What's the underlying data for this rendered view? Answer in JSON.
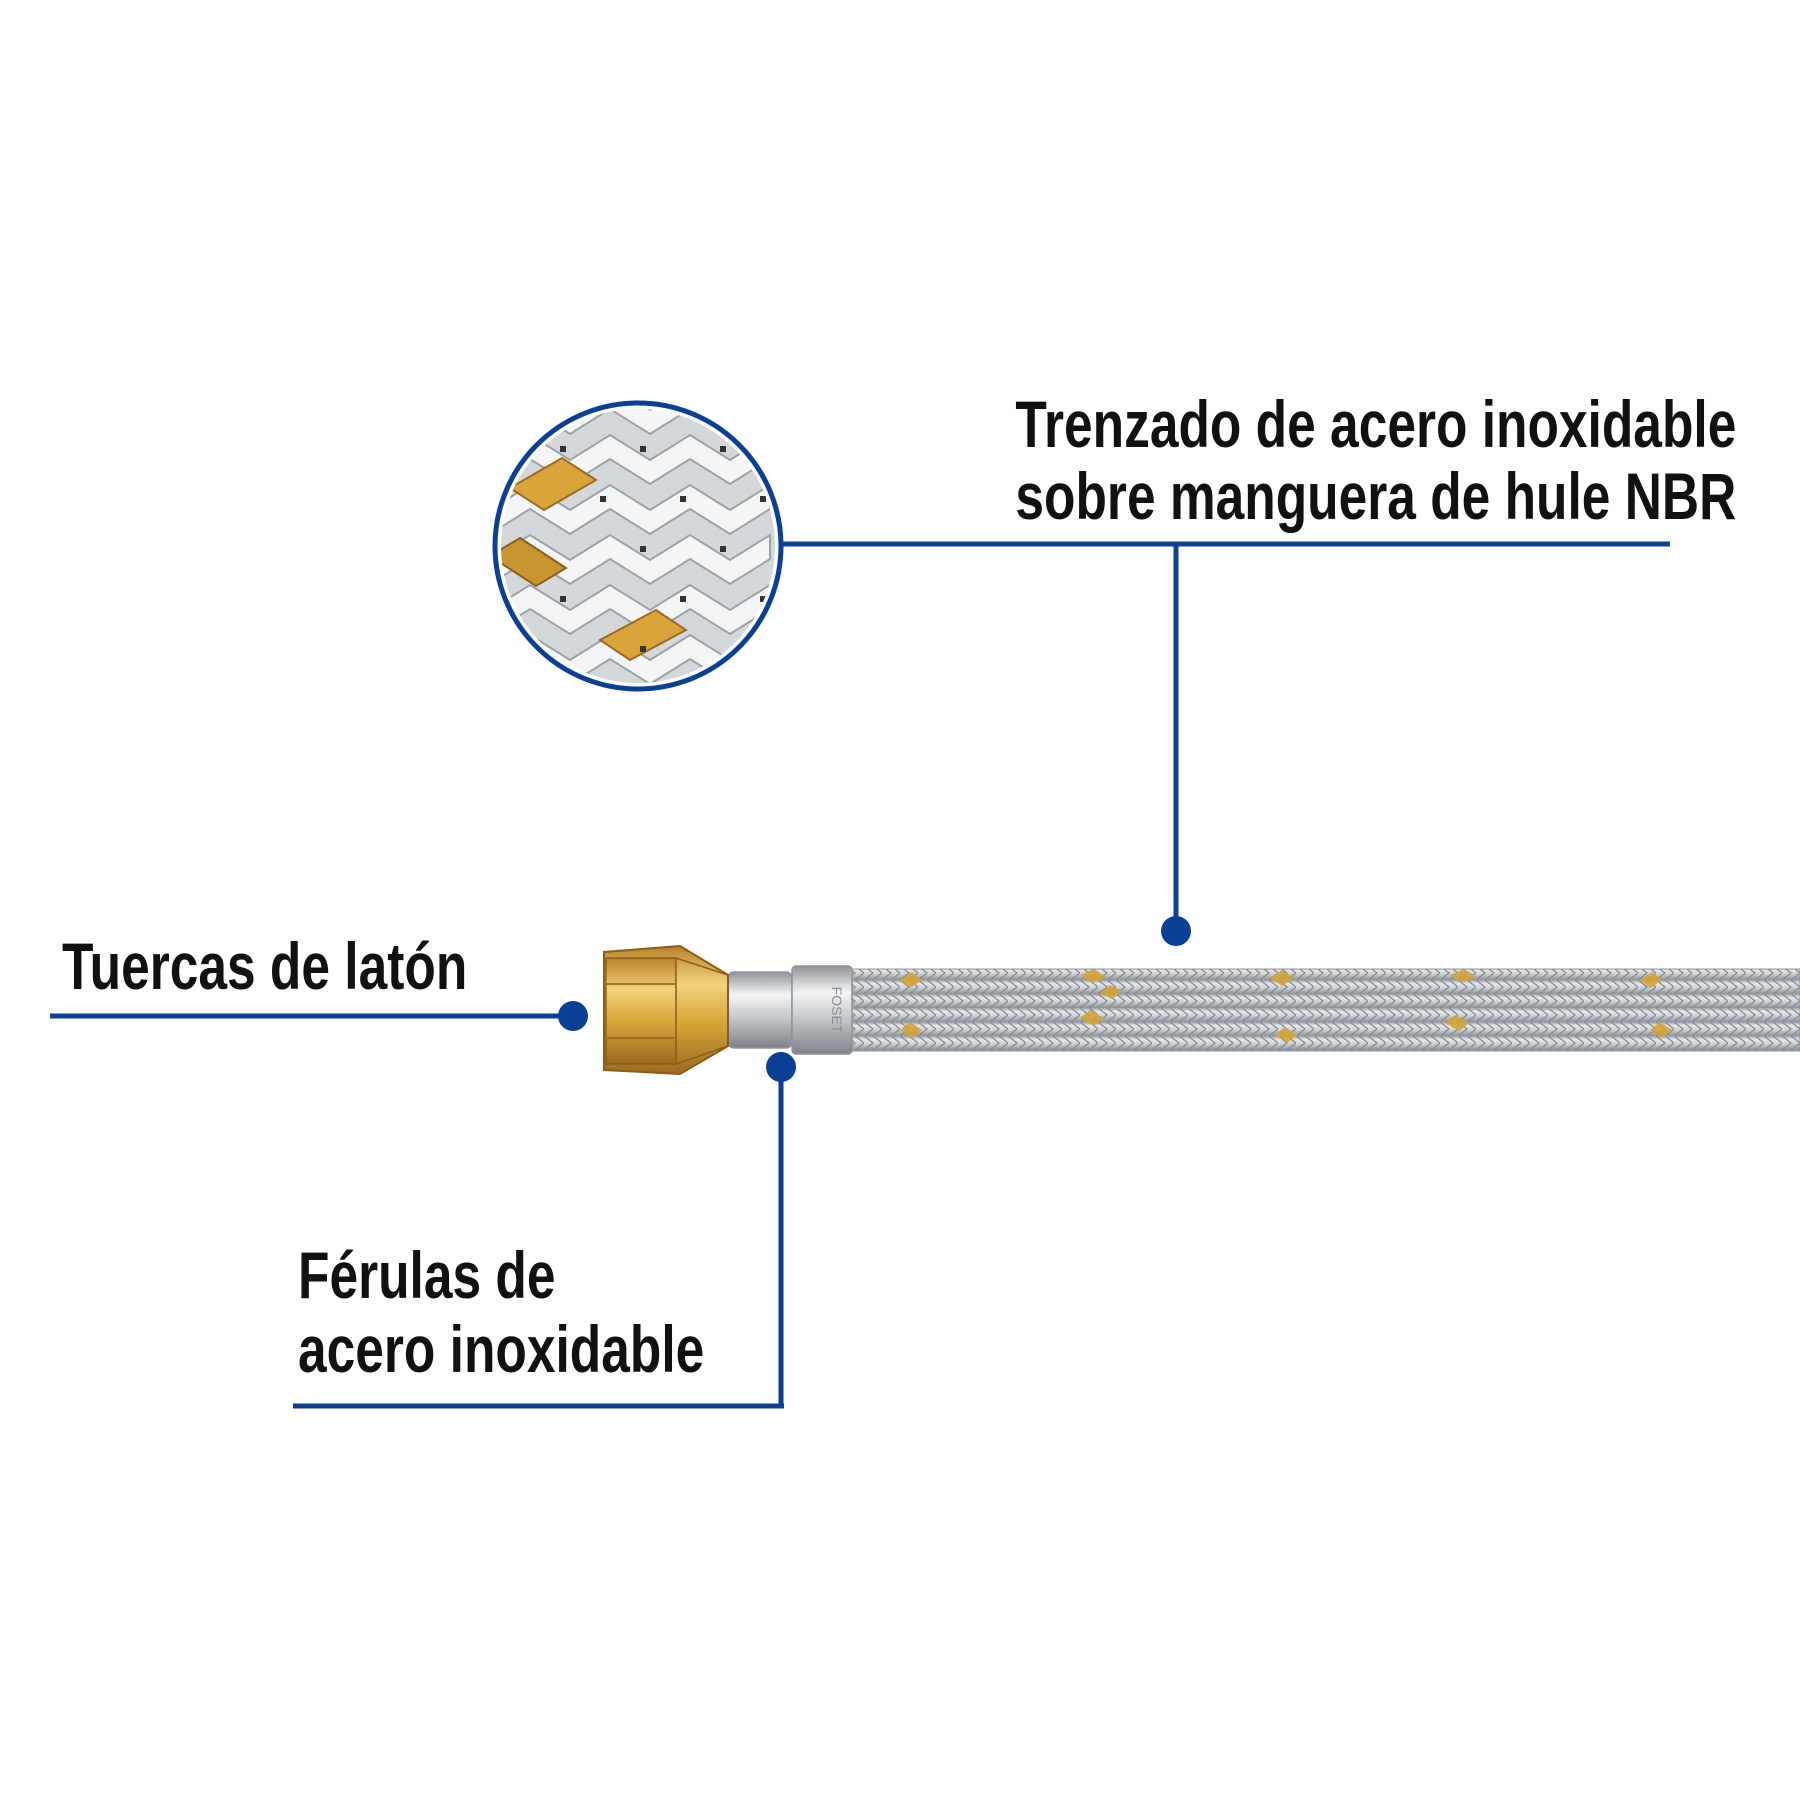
{
  "callouts": {
    "braid": {
      "line1": "Trenzado de acero inoxidable",
      "line2": "sobre manguera de hule NBR"
    },
    "nuts": {
      "line1": "Tuercas de latón"
    },
    "ferrules": {
      "line1": "Férulas de",
      "line2": "acero inoxidable"
    }
  },
  "product_marking": "FOSET",
  "colors": {
    "callout_line": "#0a3f96",
    "brass": "#d9a53a",
    "steel": "#c9ccd0",
    "text": "#111111"
  },
  "icons": {
    "braid_zoom": "braid-closeup-icon",
    "hose": "braided-hose-icon",
    "nut": "brass-nut-icon",
    "ferrule": "ferrule-icon"
  }
}
